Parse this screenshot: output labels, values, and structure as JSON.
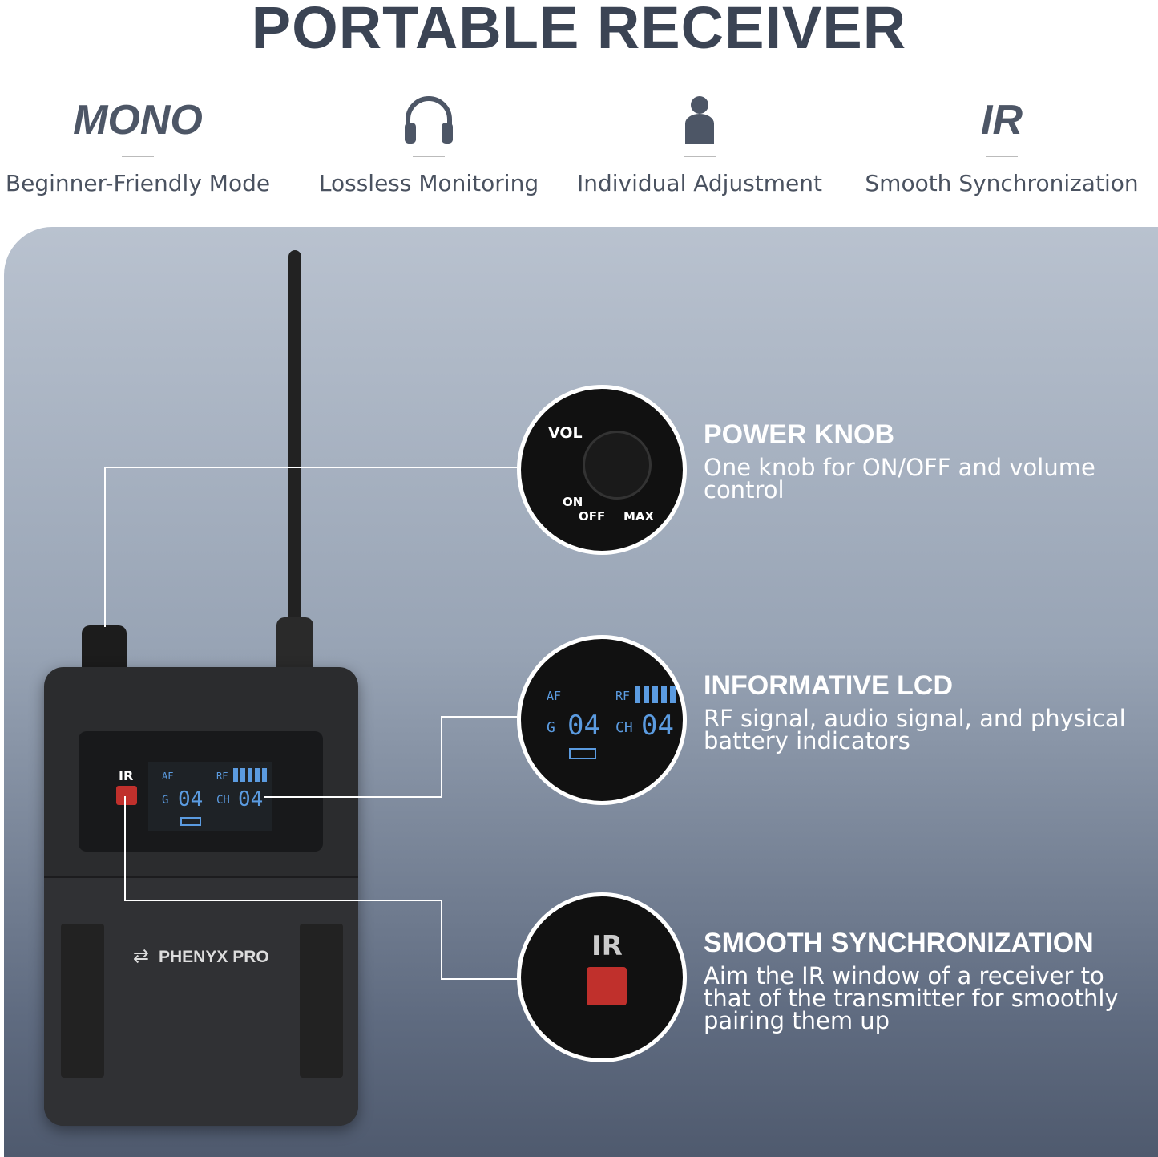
{
  "title": "PORTABLE RECEIVER",
  "features": [
    {
      "icon_text": "MONO",
      "label": "Beginner-Friendly Mode"
    },
    {
      "icon": "headphones-icon",
      "label": "Lossless Monitoring"
    },
    {
      "icon": "person-icon",
      "label": "Individual Adjustment"
    },
    {
      "icon_text": "IR",
      "label": "Smooth Synchronization"
    }
  ],
  "callouts": [
    {
      "title": "POWER KNOB",
      "desc": "One knob for ON/OFF and volume control",
      "detail": {
        "vol": "VOL",
        "on": "ON",
        "off": "OFF",
        "max": "MAX"
      }
    },
    {
      "title": "INFORMATIVE LCD",
      "desc": "RF signal, audio signal, and physical battery indicators"
    },
    {
      "title": "SMOOTH SYNCHRONIZATION",
      "desc": "Aim the IR window of a receiver to that of the transmitter for smoothly pairing them up",
      "detail": {
        "ir": "IR"
      }
    }
  ],
  "device": {
    "brand": "PHENYX PRO",
    "ir": "IR",
    "af": "AF",
    "rf": "RF",
    "g_label": "G",
    "g_value": "04",
    "ch_label": "CH",
    "ch_value": "04",
    "rf_bars": 5
  },
  "colors": {
    "title": "#3b4454",
    "lcd": "#5b9be0",
    "ir_window": "#c0302c"
  }
}
